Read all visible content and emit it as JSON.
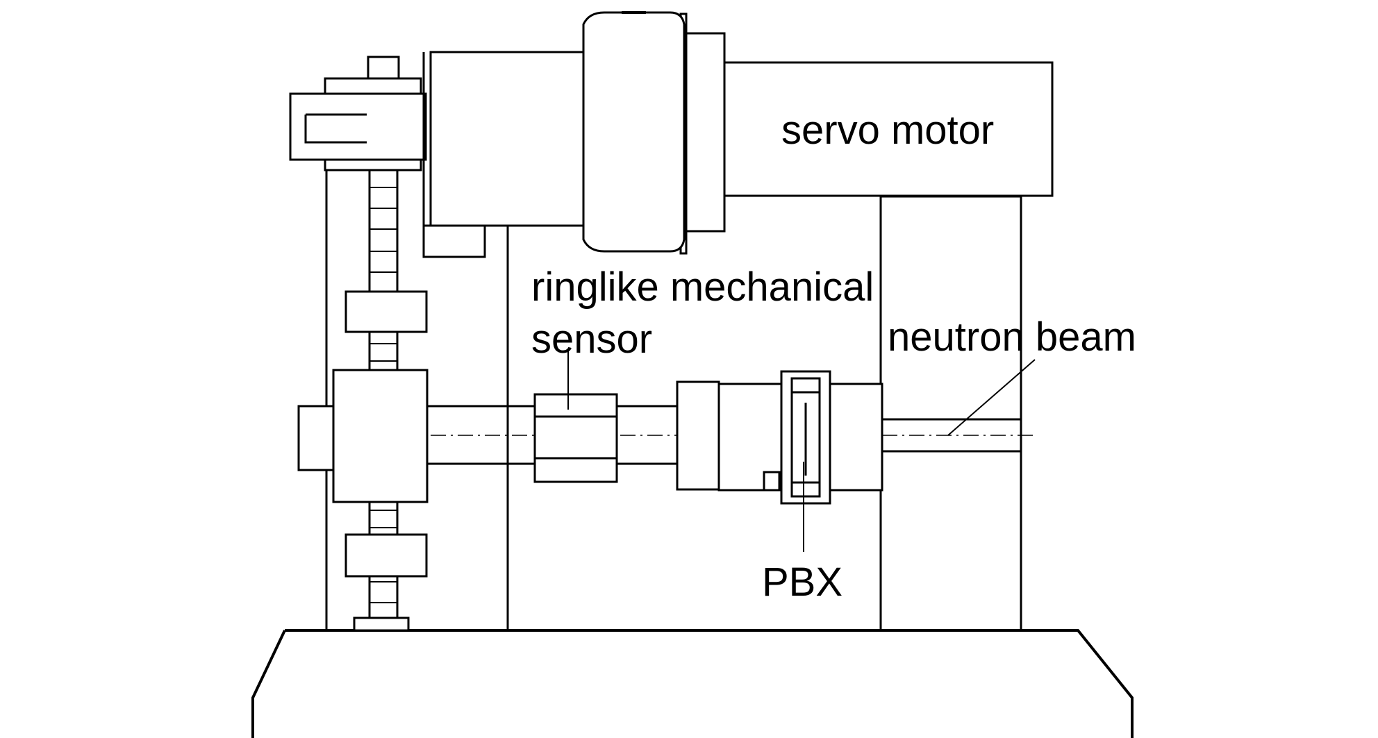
{
  "labels": {
    "servo_motor": "servo motor",
    "sensor_line1": "ringlike mechanical",
    "sensor_line2": "sensor",
    "neutron_beam": "neutron beam",
    "pbx": "PBX"
  },
  "colors": {
    "line": "#000000",
    "background": "#ffffff"
  }
}
